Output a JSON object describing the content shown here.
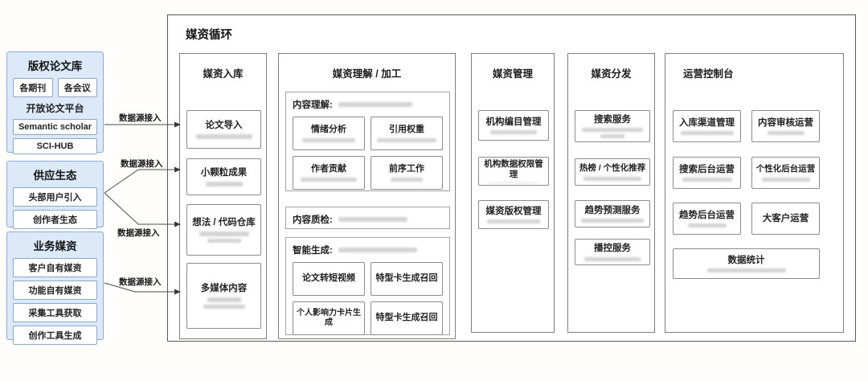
{
  "sources": {
    "paper_library": {
      "title": "版权论文库",
      "journals": "各期刊",
      "conferences": "各会议",
      "open_platform_label": "开放论文平台",
      "items": [
        "Semantic scholar",
        "SCI-HUB"
      ]
    },
    "supply_eco": {
      "title": "供应生态",
      "items": [
        "头部用户引入",
        "创作者生态"
      ]
    },
    "business_media": {
      "title": "业务媒资",
      "items": [
        "客户自有媒资",
        "功能自有媒资",
        "采集工具获取",
        "创作工具生成"
      ]
    }
  },
  "flow_labels": {
    "data_source_access": "数据源接入"
  },
  "main": {
    "title": "媒资循环",
    "ingest": {
      "title": "媒资入库",
      "items": [
        "论文导入",
        "小颗粒成果",
        "想法 / 代码仓库",
        "多媒体内容"
      ]
    },
    "processing": {
      "title": "媒资理解 / 加工",
      "sections": [
        {
          "label": "内容理解:",
          "items": [
            "情绪分析",
            "引用权重",
            "作者贡献",
            "前序工作"
          ]
        },
        {
          "label": "内容质检:",
          "items": []
        },
        {
          "label": "智能生成:",
          "items": [
            "论文转短视频",
            "特型卡生成召回",
            "个人影响力卡片生成",
            "特型卡生成召回"
          ]
        }
      ]
    },
    "management": {
      "title": "媒资管理",
      "items": [
        "机构编目管理",
        "机构数据权限管理",
        "媒资版权管理"
      ]
    },
    "distribution": {
      "title": "媒资分发",
      "items": [
        "搜索服务",
        "热榜 / 个性化推荐",
        "趋势预测服务",
        "播控服务"
      ]
    },
    "console": {
      "title": "运营控制台",
      "items": [
        "入库渠道管理",
        "内容审核运营",
        "搜索后台运营",
        "个性化后台运营",
        "趋势后台运营",
        "大客户运营",
        "数据统计"
      ]
    }
  },
  "colors": {
    "source_fill": "#dce9f8",
    "source_border": "#86add9",
    "container_border": "#5a5a5a",
    "node_border": "#8c8c8c",
    "connector": "#4a4a4a"
  }
}
